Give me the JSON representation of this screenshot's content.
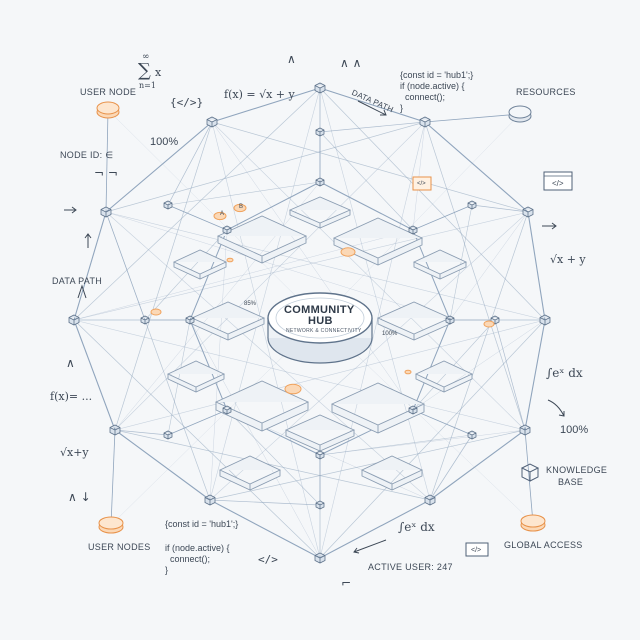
{
  "colors": {
    "line": "#7f97b3",
    "accent": "#f0a35e",
    "accent_fill": "#fbd8b6",
    "node": "#d9e2ec",
    "ink": "#3d4856"
  },
  "hub": {
    "title": "COMMUNITY",
    "title2": "HUB",
    "subtitle": "NETWORK & CONNECTIVITY"
  },
  "labels": {
    "user_node": "USER NODE",
    "resources": "RESOURCES",
    "node_id": "NODE ID: ∈",
    "data_path_left": "DATA PATH",
    "data_path_top": "DATA PATH",
    "user_nodes": "USER NODES",
    "global_access": "GLOBAL ACCESS",
    "knowledge_base_1": "KNOWLEDGE",
    "knowledge_base_2": "BASE",
    "active_user": "ACTIVE USER: 247"
  },
  "code": {
    "top_1": "{const id = 'hub1';}",
    "top_2": "if (node.active) {",
    "top_3": "  connect();",
    "top_4": "}",
    "bottom_1": "{const id = 'hub1';}",
    "bottom_2": "if (node.active) {",
    "bottom_3": "  connect();",
    "bottom_4": "}"
  },
  "math": {
    "sum_top": "∞",
    "sum_sigma": "∑",
    "sum_x": "x",
    "sum_bottom": "n=1",
    "fx_top": "f(x) = √x + y",
    "tag_top": "{</>}",
    "pct_top": "100%",
    "sqrt_right": "√x + y",
    "integral_right": "∫eˣ dx",
    "pct_right": "100%",
    "fx_left": "f(x)= ...",
    "sqrt_left": "√x+y",
    "integral_bottom": "∫eˣ dx",
    "tag_bottom": "</>",
    "pct_85": "85%",
    "pct_100_mid": "100%"
  },
  "small_tags": {
    "a": "A",
    "b": "B",
    "code_box": "</>"
  }
}
